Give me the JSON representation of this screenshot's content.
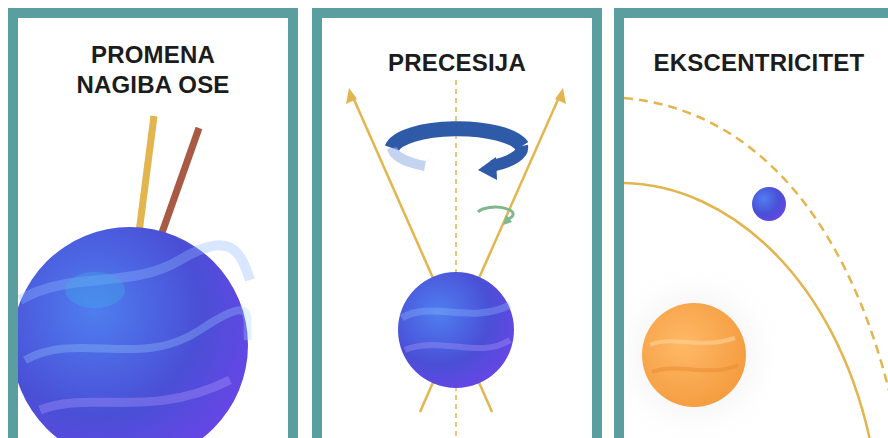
{
  "diagram": {
    "nodes": [
      {
        "text": [
          "PROMENA NAGIBA OSE"
        ]
      },
      {
        "text": [
          "PRECESIJA"
        ]
      },
      {
        "text": [
          "EKSCENTRICITET"
        ]
      }
    ]
  }
}
